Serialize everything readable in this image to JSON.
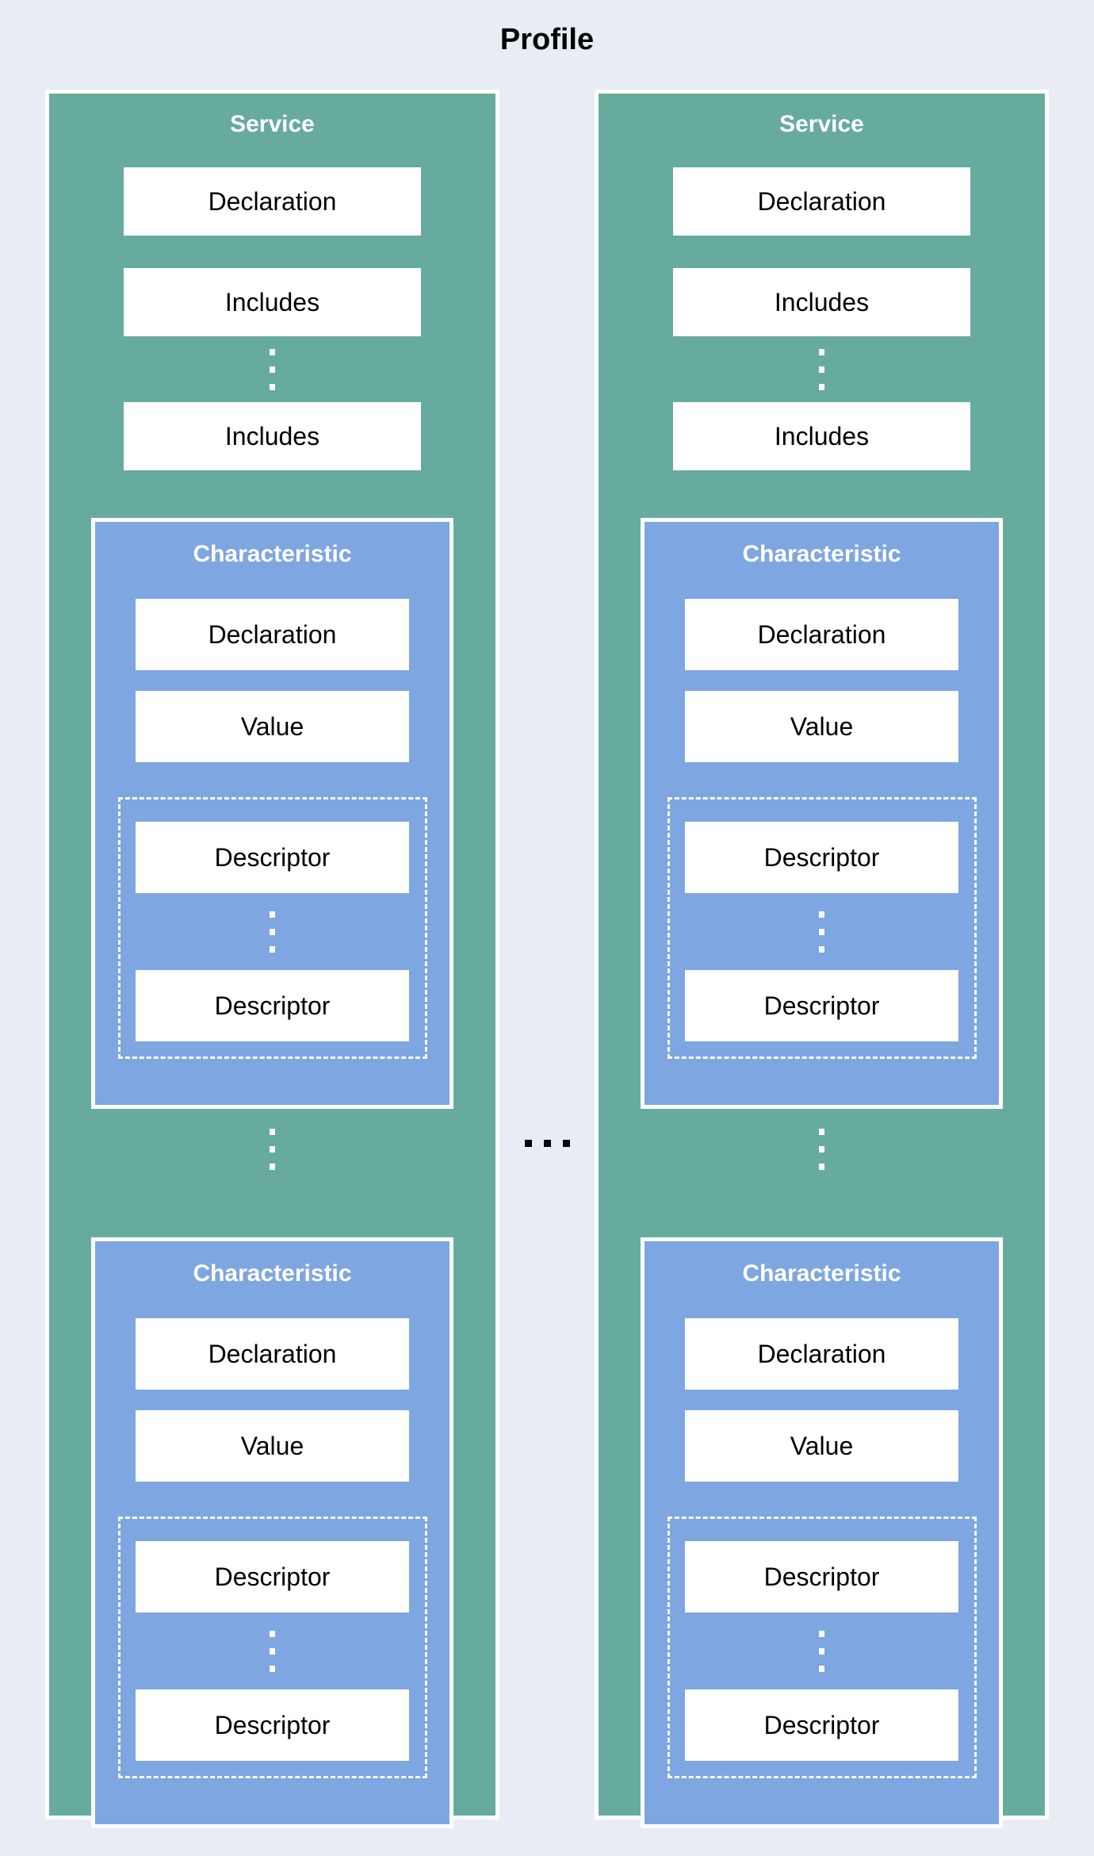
{
  "title": "Profile",
  "colors": {
    "background": "#e8edf4",
    "service_fill": "#67ab9f",
    "characteristic_fill": "#7ea6e0",
    "box_fill": "#ffffff",
    "text": "#000000",
    "header_text": "#ffffff"
  },
  "services": [
    {
      "title": "Service",
      "declaration_label": "Declaration",
      "includes_labels": [
        "Includes",
        "Includes"
      ],
      "characteristics": [
        {
          "title": "Characteristic",
          "declaration_label": "Declaration",
          "value_label": "Value",
          "descriptor_labels": [
            "Descriptor",
            "Descriptor"
          ]
        },
        {
          "title": "Characteristic",
          "declaration_label": "Declaration",
          "value_label": "Value",
          "descriptor_labels": [
            "Descriptor",
            "Descriptor"
          ]
        }
      ]
    },
    {
      "title": "Service",
      "declaration_label": "Declaration",
      "includes_labels": [
        "Includes",
        "Includes"
      ],
      "characteristics": [
        {
          "title": "Characteristic",
          "declaration_label": "Declaration",
          "value_label": "Value",
          "descriptor_labels": [
            "Descriptor",
            "Descriptor"
          ]
        },
        {
          "title": "Characteristic",
          "declaration_label": "Declaration",
          "value_label": "Value",
          "descriptor_labels": [
            "Descriptor",
            "Descriptor"
          ]
        }
      ]
    }
  ]
}
